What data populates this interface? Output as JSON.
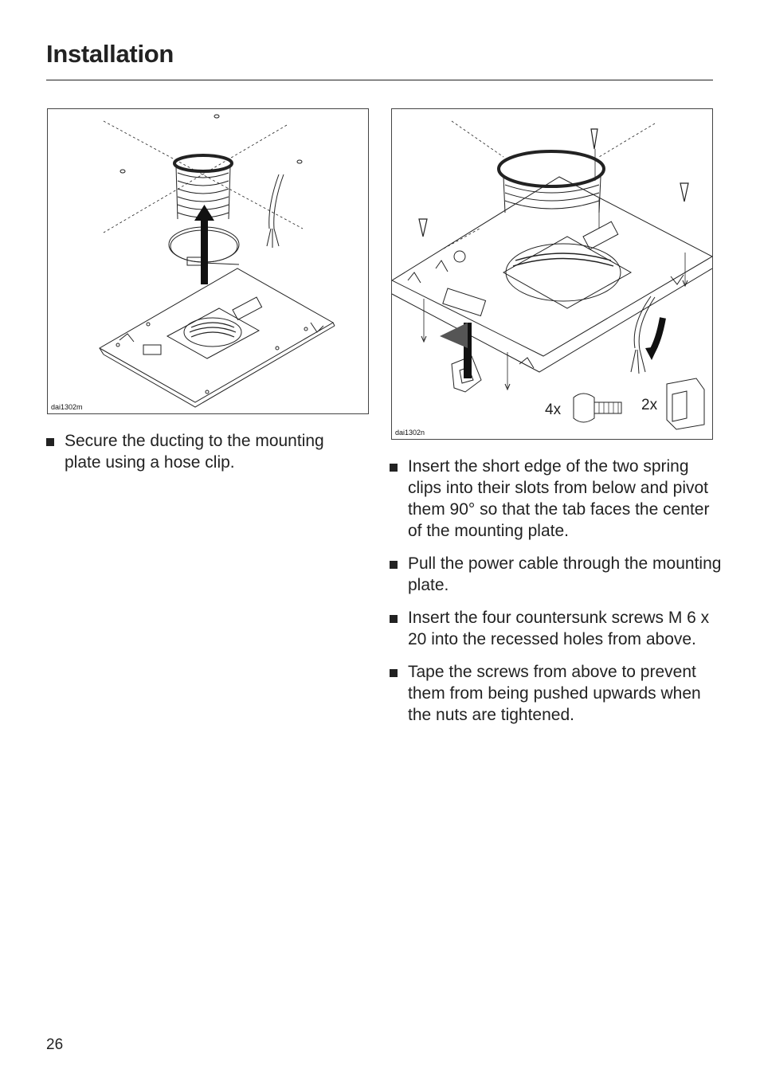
{
  "header": {
    "title": "Installation"
  },
  "figures": [
    {
      "code": "dai1302m"
    },
    {
      "code": "dai1302n",
      "screw_count": "4x",
      "clip_count": "2x"
    }
  ],
  "left_column": {
    "bullets": [
      "Secure the ducting to the mounting plate using a hose clip."
    ]
  },
  "right_column": {
    "bullets": [
      "Insert the short edge of the two spring clips into their slots from below and pivot them 90° so that the tab faces the center of the mounting plate.",
      "Pull the power cable through the mounting plate.",
      "Insert the four countersunk screws M 6 x 20 into the recessed holes from above.",
      "Tape the screws from above to prevent them from being pushed upwards when the nuts are tightened."
    ]
  },
  "footer": {
    "page_number": "26"
  }
}
